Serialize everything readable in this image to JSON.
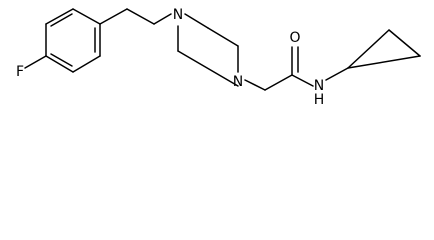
{
  "molecule": {
    "atom_labels": {
      "fluorine": "F",
      "piperazine_n1": "N",
      "piperazine_n4": "N",
      "carbonyl_oxygen": "O",
      "amide_nitrogen": "N",
      "amide_hydrogen": "H"
    },
    "colors": {
      "bond": "#000000",
      "label": "#000000",
      "background": "#ffffff"
    }
  }
}
